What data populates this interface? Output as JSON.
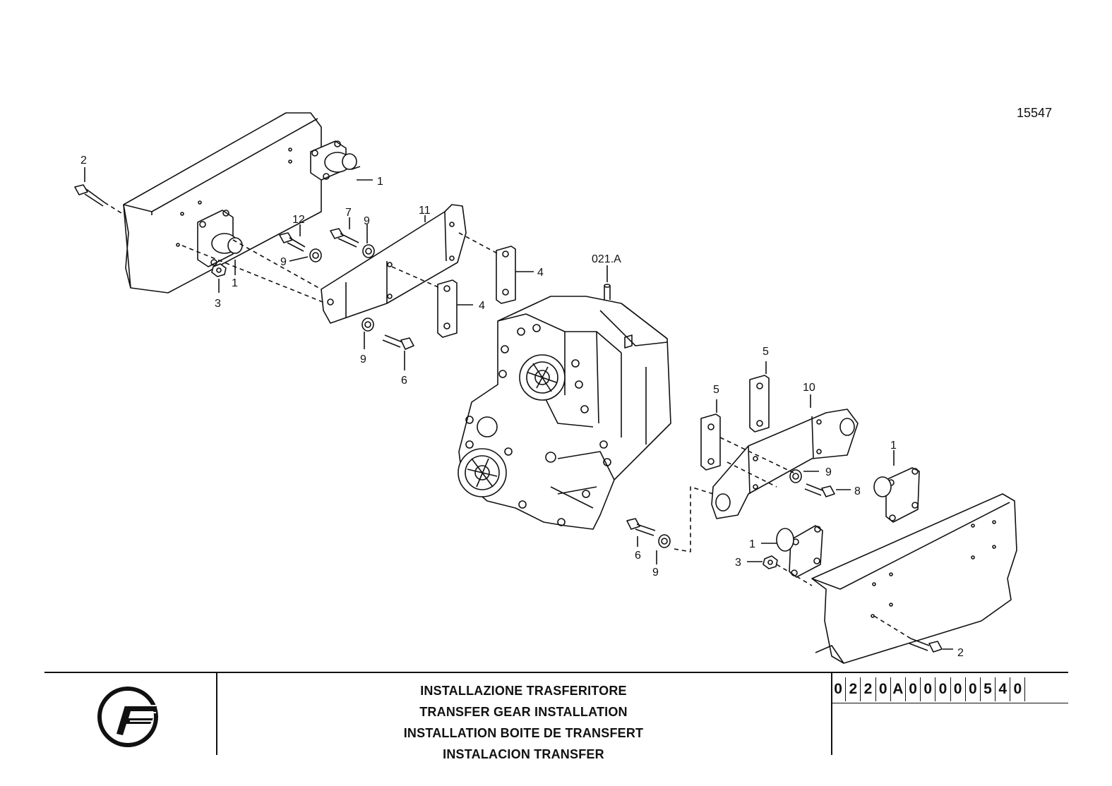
{
  "drawing": {
    "reference_number": "15547",
    "assembly_callout": "021.A",
    "part_labels": [
      "1",
      "1",
      "1",
      "1",
      "2",
      "2",
      "3",
      "3",
      "4",
      "4",
      "5",
      "5",
      "6",
      "6",
      "7",
      "8",
      "9",
      "9",
      "9",
      "9",
      "9",
      "10",
      "11",
      "12"
    ]
  },
  "title_block": {
    "title_it": "INSTALLAZIONE TRASFERITORE",
    "title_en": "TRANSFER GEAR INSTALLATION",
    "title_fr": "INSTALLATION BOITE DE TRANSFERT",
    "title_es": "INSTALACION TRANSFER",
    "code_chars": [
      "0",
      "2",
      "2",
      "0",
      "A",
      "0",
      "0",
      "0",
      "0",
      "0",
      "5",
      "4",
      "0"
    ],
    "logo_icon": "company-logo-icon"
  }
}
